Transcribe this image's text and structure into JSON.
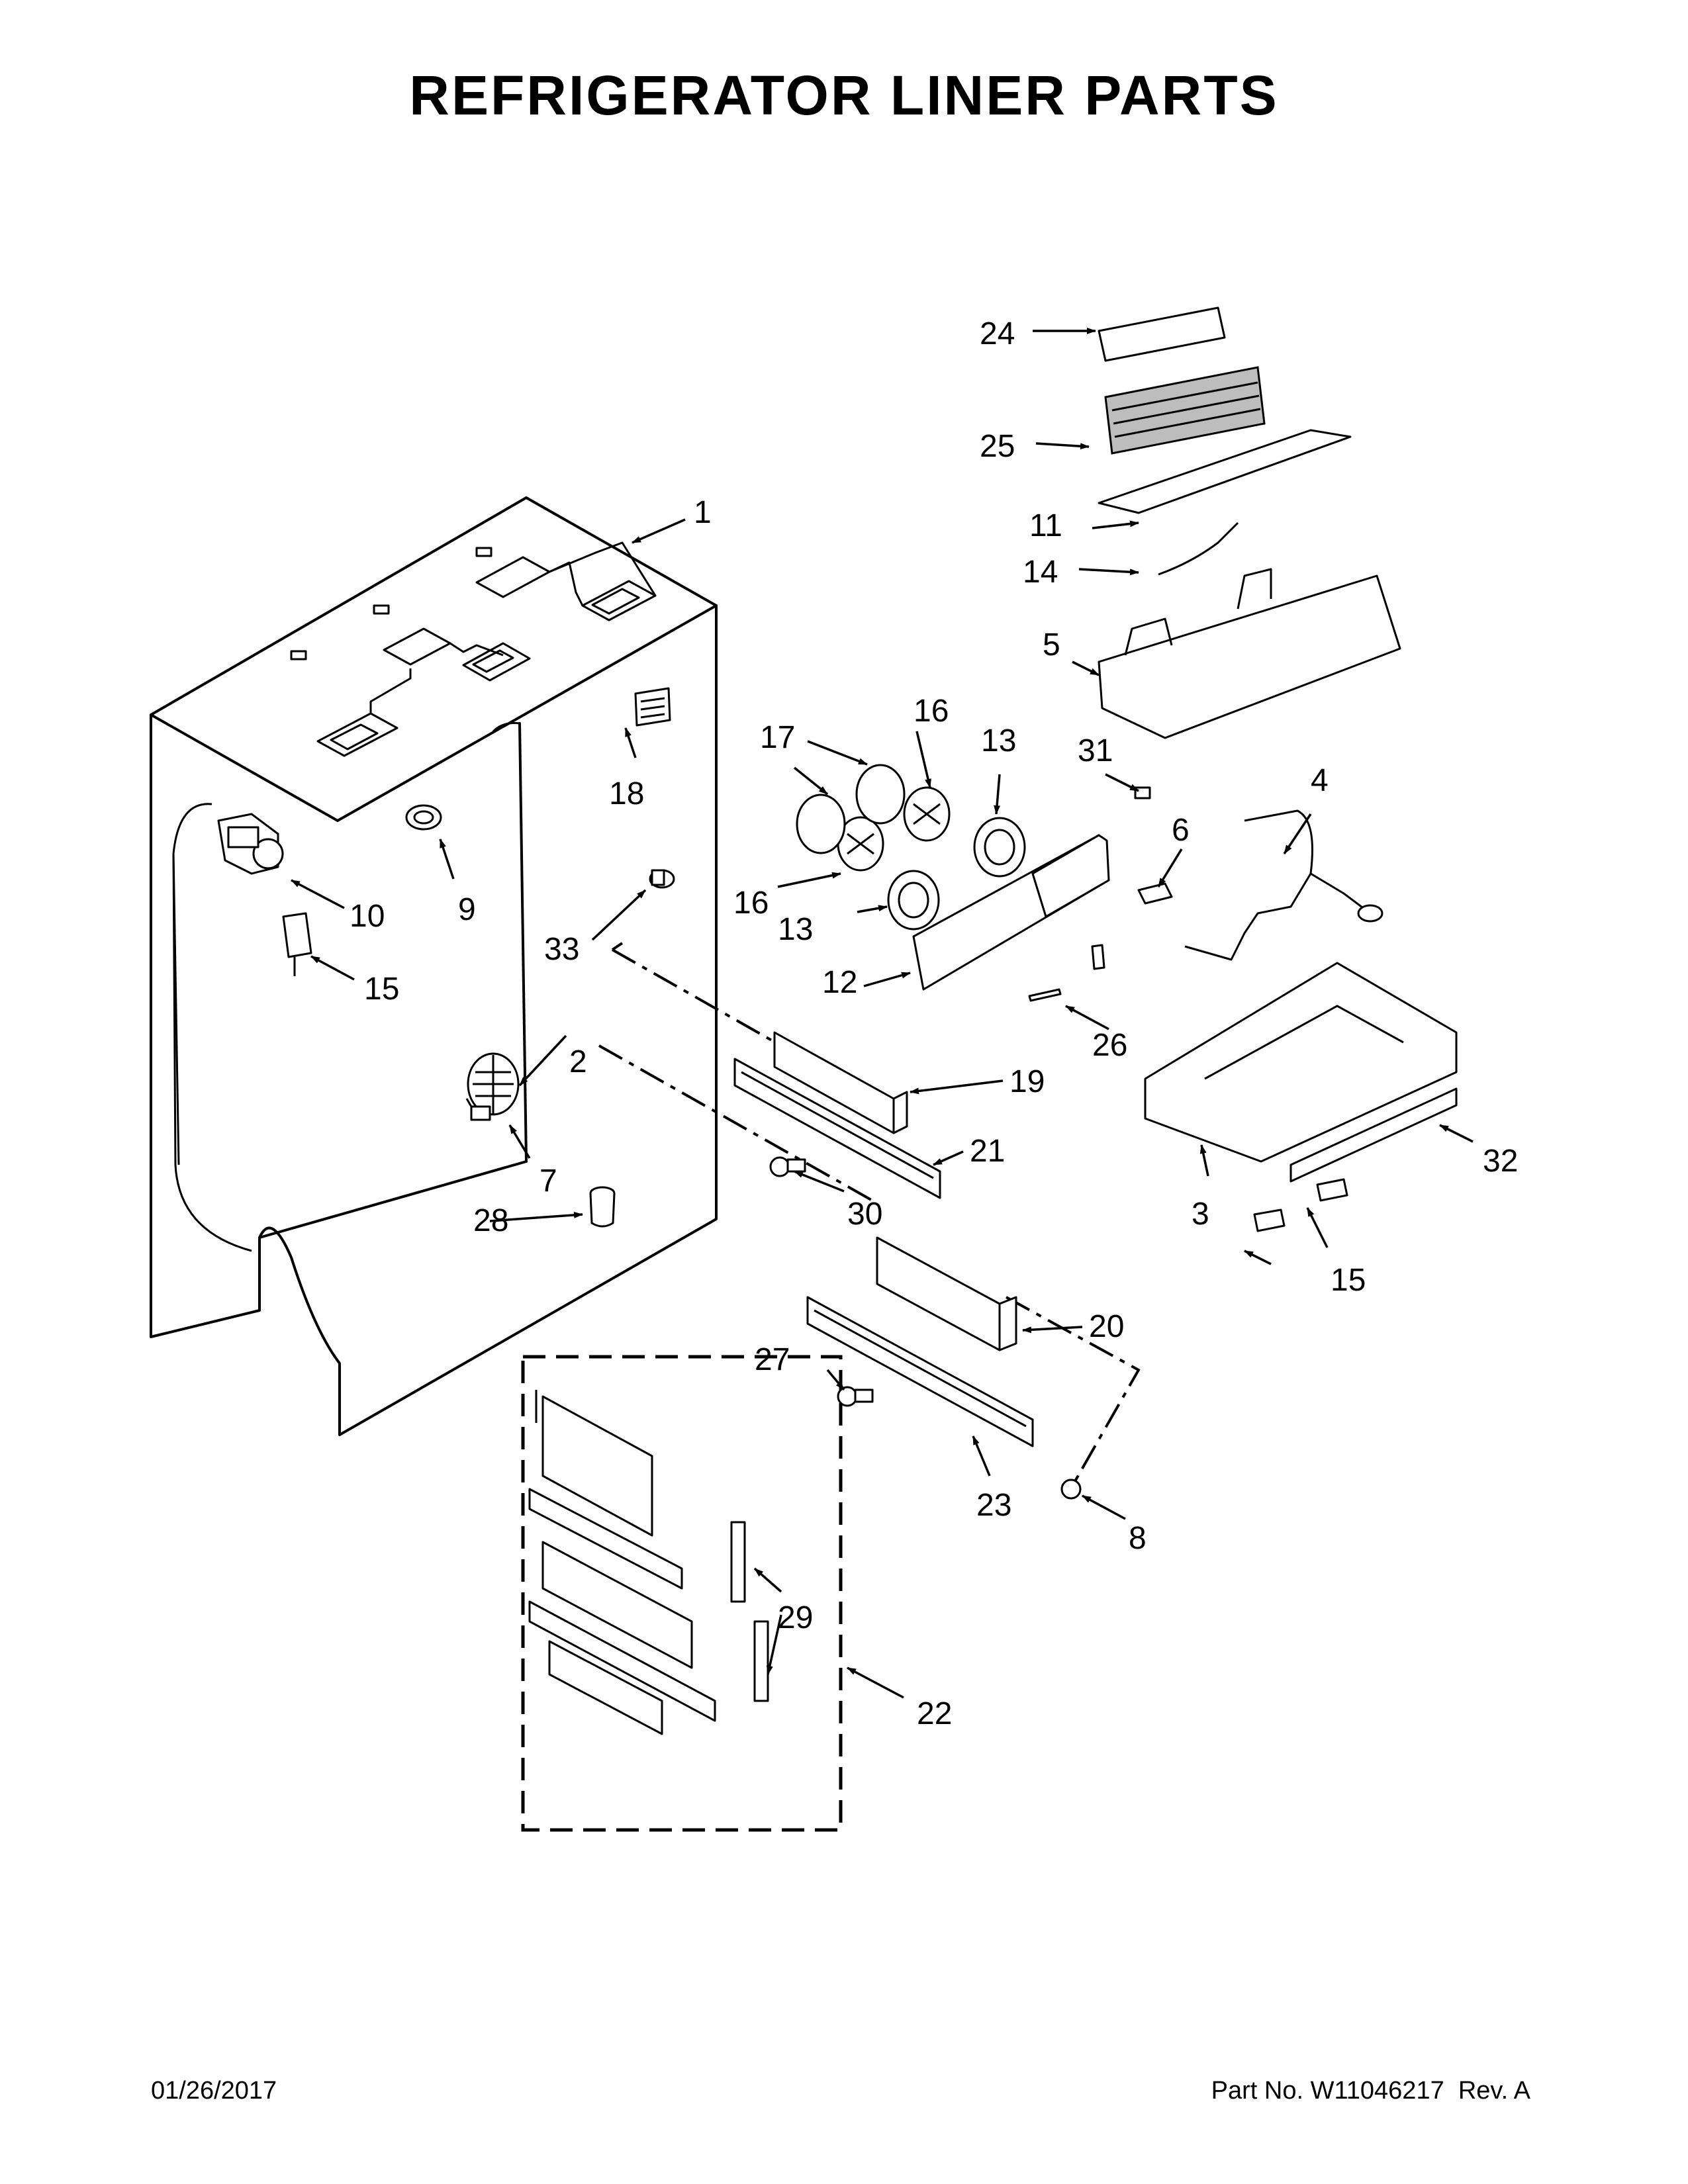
{
  "title": "REFRIGERATOR LINER PARTS",
  "footer": {
    "date": "01/26/2017",
    "part_label": "Part No.",
    "part_number": "W11046217",
    "rev_label": "Rev.",
    "rev": "A"
  },
  "callouts": {
    "c1": "1",
    "c2": "2",
    "c3": "3",
    "c4": "4",
    "c5": "5",
    "c6": "6",
    "c7": "7",
    "c8": "8",
    "c9": "9",
    "c10": "10",
    "c11": "11",
    "c12": "12",
    "c13a": "13",
    "c13b": "13",
    "c14": "14",
    "c15a": "15",
    "c15b": "15",
    "c16a": "16",
    "c16b": "16",
    "c17": "17",
    "c18": "18",
    "c19": "19",
    "c20": "20",
    "c21": "21",
    "c22": "22",
    "c23": "23",
    "c24": "24",
    "c25": "25",
    "c26": "26",
    "c27": "27",
    "c28": "28",
    "c29": "29",
    "c30": "30",
    "c31": "31",
    "c32": "32",
    "c33": "33"
  }
}
